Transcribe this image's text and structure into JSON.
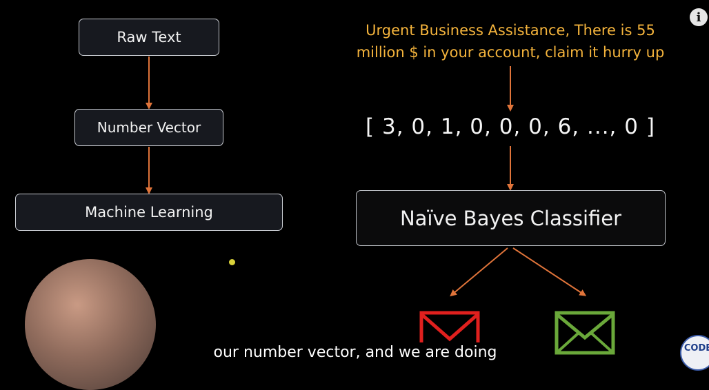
{
  "flow_left": {
    "step1": "Raw Text",
    "step2": "Number Vector",
    "step3": "Machine Learning"
  },
  "flow_right": {
    "email_text_line1": "Urgent Business Assistance, There is 55",
    "email_text_line2": "million $ in your account, claim it hurry up",
    "vector": "[ 3, 0, 1, 0, 0, 0, 6, ..., 0 ]",
    "classifier": "Naïve Bayes Classifier",
    "outputs": [
      {
        "icon": "spam-envelope-icon",
        "color": "#e0201e"
      },
      {
        "icon": "ham-envelope-icon",
        "color": "#6aa83a"
      }
    ]
  },
  "subtitle": "our number vector, and we are doing",
  "info_icon": "i",
  "brand_logo_text": "CODE",
  "colors": {
    "arrow": "#e0743a",
    "highlight_text": "#f5b43c"
  }
}
